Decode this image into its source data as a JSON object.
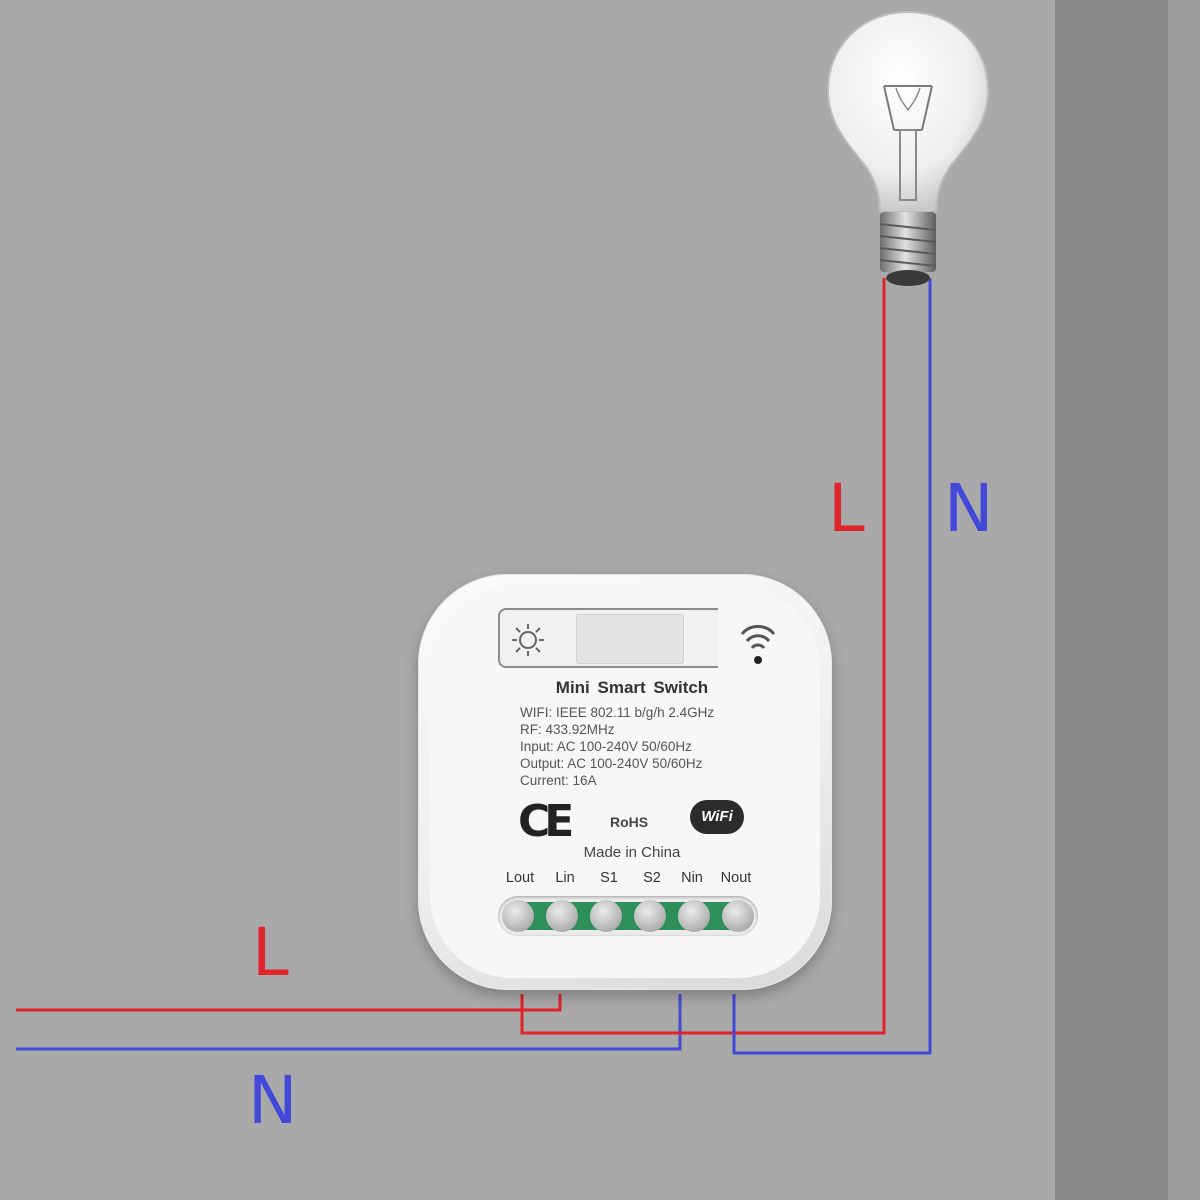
{
  "labels": {
    "wire_l_top": "L",
    "wire_n_top": "N",
    "wire_l_left": "L",
    "wire_n_left": "N"
  },
  "device": {
    "title": "Mini  Smart  Switch",
    "specs": [
      "WIFI: IEEE 802.11 b/g/h  2.4GHz",
      "RF: 433.92MHz",
      "Input:  AC 100-240V  50/60Hz",
      "Output:  AC 100-240V  50/60Hz",
      "Current:  16A"
    ],
    "ce_mark": "CE",
    "rohs": "RoHS",
    "wifi_badge": "WiFi",
    "made_in": "Made in China",
    "terminals": [
      "Lout",
      "Lin",
      "S1",
      "S2",
      "Nin",
      "Nout"
    ]
  },
  "colors": {
    "live": "#e0242c",
    "neutral": "#4249d8",
    "wall": "#a9a9a9"
  },
  "icons": [
    "light-bulb-icon",
    "wifi-signal-icon",
    "bulb-symbol-icon"
  ]
}
